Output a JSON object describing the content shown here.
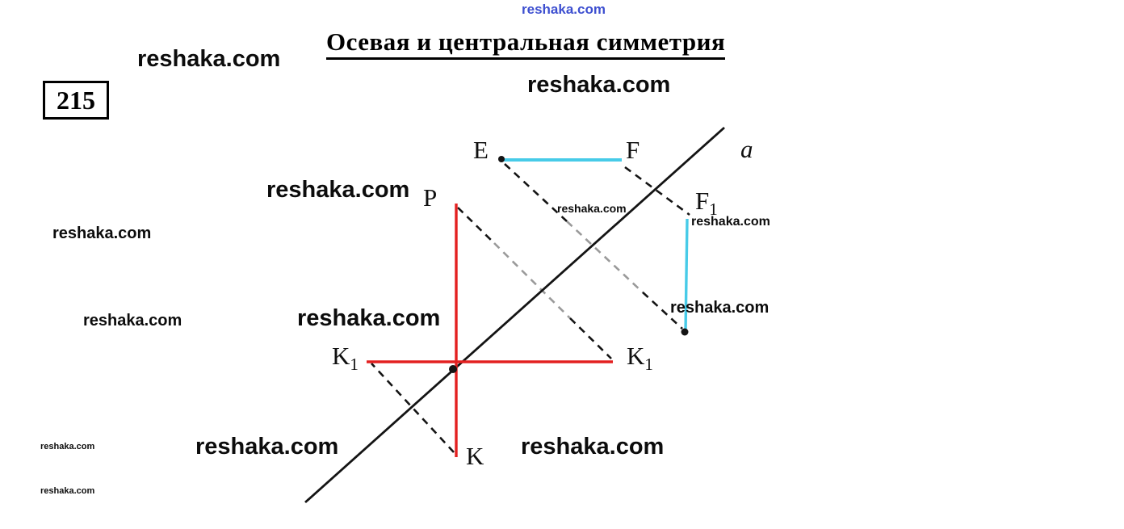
{
  "watermark": {
    "text": "reshaka.com"
  },
  "header": {
    "title": "Осевая и центральная симметрия",
    "problem_number": "215"
  },
  "diagram": {
    "labels": {
      "E": {
        "base": "E",
        "sub": ""
      },
      "F": {
        "base": "F",
        "sub": ""
      },
      "F1": {
        "base": "F",
        "sub": "1"
      },
      "P": {
        "base": "P",
        "sub": ""
      },
      "K": {
        "base": "K",
        "sub": ""
      },
      "K1_left": {
        "base": "K",
        "sub": "1"
      },
      "K1_right": {
        "base": "K",
        "sub": "1"
      },
      "axis": {
        "base": "a",
        "sub": ""
      }
    },
    "colors": {
      "line_black": "#141414",
      "segment_cyan": "#47cbe8",
      "segment_red": "#e32020",
      "dashed_gray": "#9a9a9a",
      "watermark_blue": "#3d4fd0",
      "watermark_black": "#0c0c0c"
    }
  }
}
